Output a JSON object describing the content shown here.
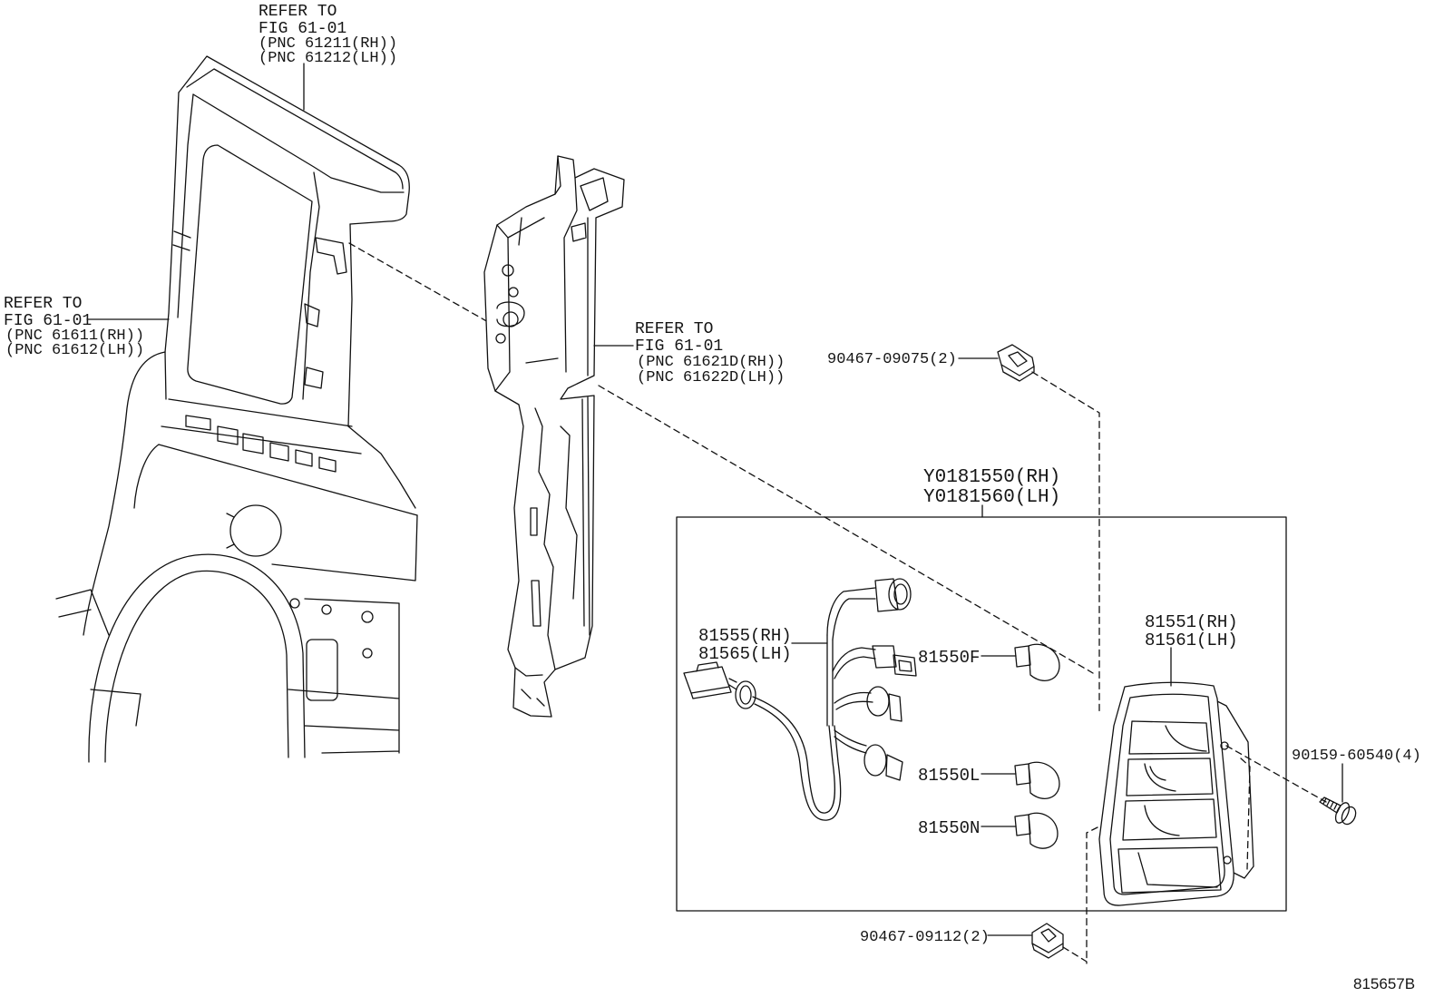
{
  "callouts": {
    "roof_side": {
      "line1": "REFER TO",
      "line2": "FIG 61-01",
      "line3": "(PNC 61211(RH))",
      "line4": "(PNC 61212(LH))"
    },
    "quarter_side": {
      "line1": "REFER TO",
      "line2": "FIG 61-01",
      "line3": "(PNC 61611(RH))",
      "line4": "(PNC 61612(LH))"
    },
    "pillar_side": {
      "line1": "REFER TO",
      "line2": "FIG 61-01",
      "line3": "(PNC 61621D(RH))",
      "line4": "(PNC 61622D(LH))"
    }
  },
  "part_labels": {
    "clip_upper": "90467-09075(2)",
    "assembly_rh": "Y0181550(RH)",
    "assembly_lh": "Y0181560(LH)",
    "lens_rh": "81551(RH)",
    "lens_lh": "81561(LH)",
    "socket_rh": "81555(RH)",
    "socket_lh": "81565(LH)",
    "bulb_f": "81550F",
    "bulb_l": "81550L",
    "bulb_n": "81550N",
    "screw": "90159-60540(4)",
    "clip_lower": "90467-09112(2)"
  },
  "figure_code": "815657B"
}
